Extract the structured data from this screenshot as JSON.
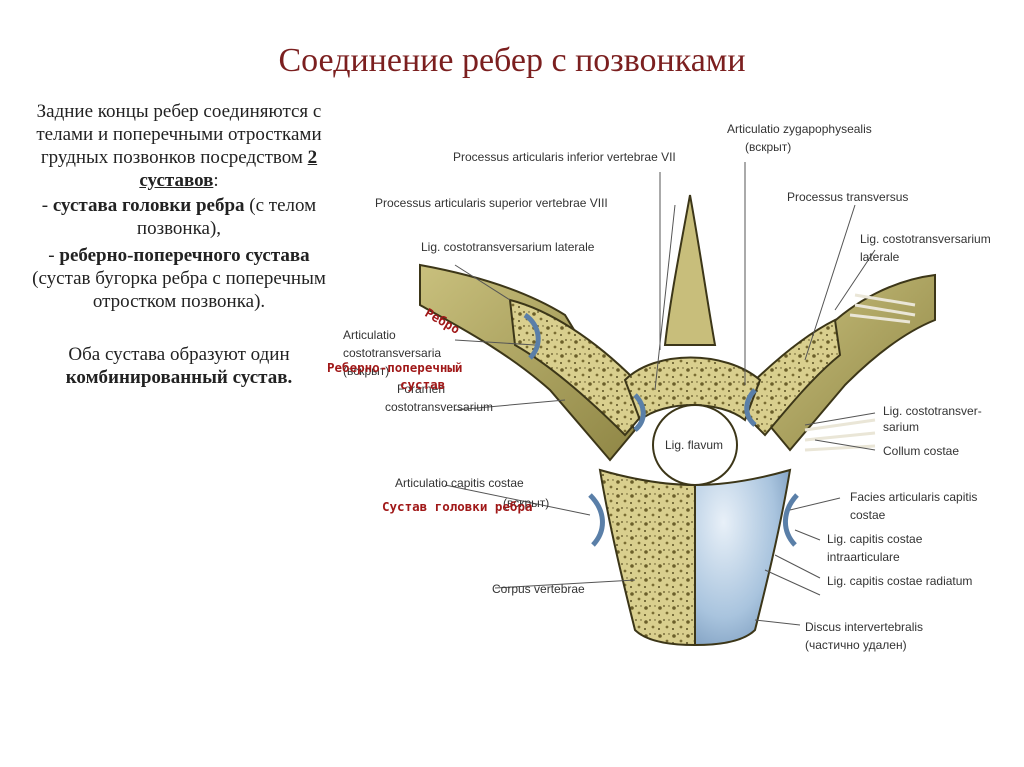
{
  "title": "Соединение ребер с позвонками",
  "text": {
    "p1_a": "Задние концы ребер соединяются с телами и поперечными отростками грудных позвонков посредством ",
    "p1_b": "2 суставов",
    "p1_c": ":",
    "p2_a": "- ",
    "p2_b": "сустава головки ребра",
    "p2_c": " (с телом позвонка),",
    "p3_a": " - ",
    "p3_b": "реберно-поперечного сустава",
    "p3_c": " (сустав бугорка ребра с поперечным отростком позвонка).",
    "p4_a": "Оба сустава образуют один ",
    "p4_b": "комбинированный сустав."
  },
  "figure_labels": {
    "zyg": "Articulatio zygapophysealis",
    "zyg2": "(вскрыт)",
    "inf": "Processus articularis inferior vertebrae VII",
    "sup": "Processus articularis superior vertebrae VIII",
    "trans": "Processus transversus",
    "ligtl_l": "Lig. costotransversarium laterale",
    "ligtl_r1": "Lig. costotransversarium",
    "ligtl_r2": "laterale",
    "act1": "Articulatio",
    "act2": "costotransversaria",
    "act3": "(вскрыт)",
    "for1": "Foramen",
    "for2": "costotransversarium",
    "ligct1": "Lig. costotransver-",
    "ligct2": "sarium",
    "flavum": "Lig. flavum",
    "collum": "Collum costae",
    "acc": "Articulatio capitis costae",
    "acc2": "(вскрыт)",
    "facies1": "Facies articularis capitis",
    "facies2": "costae",
    "intra1": "Lig. capitis costae",
    "intra2": "intraarticulare",
    "radiatum": "Lig. capitis costae radiatum",
    "corpus": "Corpus vertebrae",
    "discus1": "Discus intervertebralis",
    "discus2": "(частично удален)"
  },
  "overlay": {
    "rebro": "Ребро",
    "rp1": "Реберно-поперечный",
    "rp2": "сустав",
    "sg": "Сустав головки ребра"
  },
  "colors": {
    "title": "#7b1f1f",
    "overlay": "#a01818",
    "bone": "#b5ad6e",
    "disc": "#a8c3dd",
    "cartilage": "#6f8fb3"
  }
}
